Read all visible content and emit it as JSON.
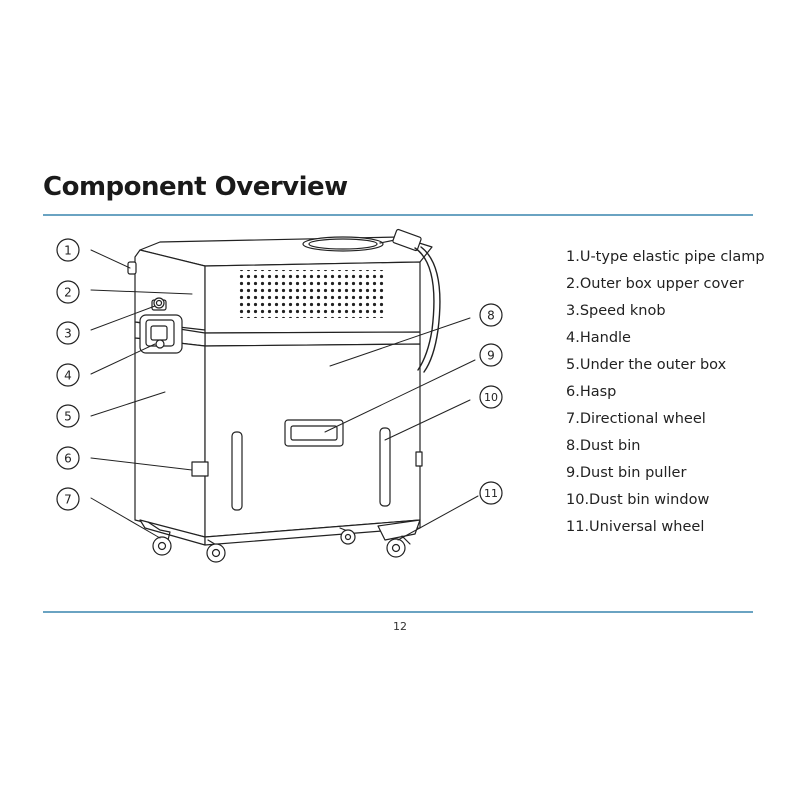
{
  "title": "Component Overview",
  "page_number": "12",
  "callout_numbers": [
    "1",
    "2",
    "3",
    "4",
    "5",
    "6",
    "7",
    "8",
    "9",
    "10",
    "11"
  ],
  "components": [
    "1.U-type elastic pipe clamp",
    "2.Outer box upper cover",
    "3.Speed knob",
    "4.Handle",
    "5.Under the outer box",
    "6.Hasp",
    "7.Directional wheel",
    "8.Dust bin",
    "9.Dust bin puller",
    "10.Dust bin window",
    "11.Universal wheel"
  ],
  "colors": {
    "accent_rule": "#6aa3c2",
    "line": "#222222"
  }
}
